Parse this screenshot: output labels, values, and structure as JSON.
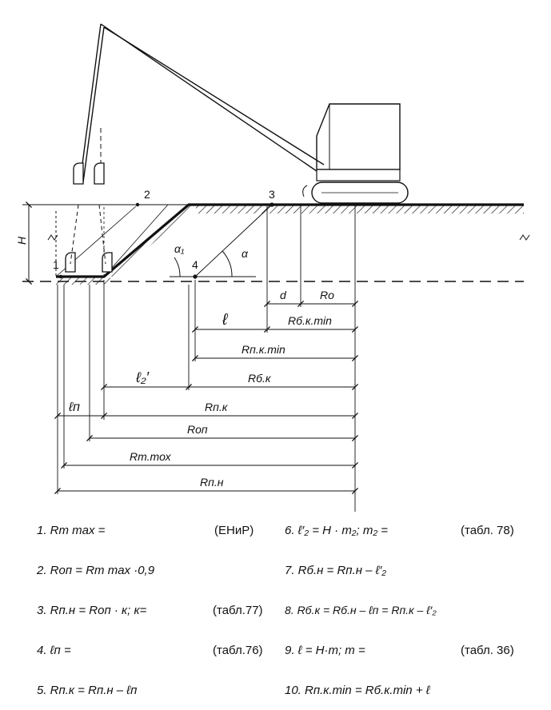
{
  "diagram": {
    "labels": {
      "H": "H",
      "p1": "1",
      "p2": "2",
      "p3": "3",
      "p4": "4",
      "alpha": "α",
      "alpha1": "α₁",
      "d": "d",
      "Ro": "Ro",
      "Rbk_min": "Rб.к.min",
      "l": "ℓ",
      "Rpk_min": "Rп.к.min",
      "l2": "ℓ₂′",
      "Rbk": "Rб.к",
      "ln": "ℓп",
      "Rpk": "Rп.к",
      "Ron": "Rоп",
      "Rtmax": "Rт.mох",
      "Rpn": "Rп.н"
    }
  },
  "formulas": [
    {
      "id": 1,
      "text": "1. Rт max =",
      "ref": "(ЕНиР)"
    },
    {
      "id": 2,
      "text": "2. Rоп = Rт max ·0,9",
      "ref": ""
    },
    {
      "id": 3,
      "text": "3. Rп.н = Rоп · к;  к=",
      "ref": "(табл.77)"
    },
    {
      "id": 4,
      "text": "4. ℓп =",
      "ref": "(табл.76)"
    },
    {
      "id": 5,
      "text": "5. Rп.к = Rп.н – ℓп",
      "ref": ""
    },
    {
      "id": 6,
      "text": "6. ℓ′₂ = H · m₂;   m₂ =",
      "ref": "(табл. 78)"
    },
    {
      "id": 7,
      "text": "7. Rб.н = Rп.н – ℓ′₂",
      "ref": ""
    },
    {
      "id": 8,
      "text": "8. Rб.к = Rб.н – ℓп = Rп.к – ℓ′₂",
      "ref": ""
    },
    {
      "id": 9,
      "text": "9. ℓ = H·m;   m =",
      "ref": "(табл. 36)"
    },
    {
      "id": 10,
      "text": "10. Rп.к.min = Rб.к.min + ℓ",
      "ref": ""
    }
  ]
}
